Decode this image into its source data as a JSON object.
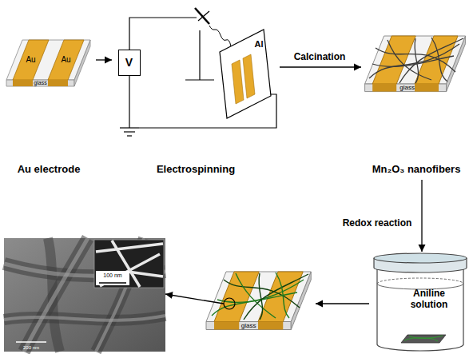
{
  "diagram": {
    "nodes": [
      {
        "text": [
          "Au",
          "Au",
          "glass",
          "Au electrode"
        ]
      },
      {
        "text": [
          "Electrospinning"
        ]
      },
      {
        "text": [
          "V"
        ],
        "in": 1
      },
      {
        "text": [
          "Al"
        ],
        "in": 1
      },
      {
        "text": [
          "glass",
          "Mn₂O₃ nanofibers"
        ]
      },
      {
        "text": [
          "Aniline solution"
        ]
      },
      {
        "text": [
          "glass"
        ]
      },
      {
        "text": [
          "100 nm",
          "200 nm"
        ]
      }
    ],
    "edges": [
      {
        "from": 0,
        "to": 1,
        "arrow": "to"
      },
      {
        "from": 1,
        "to": 4,
        "arrow": "to",
        "label": "Calcination"
      },
      {
        "from": 4,
        "to": 5,
        "arrow": "to",
        "label": "Redox reaction"
      },
      {
        "from": 5,
        "to": 6,
        "arrow": "to"
      },
      {
        "from": 6,
        "to": 7,
        "arrow": "to"
      }
    ]
  }
}
